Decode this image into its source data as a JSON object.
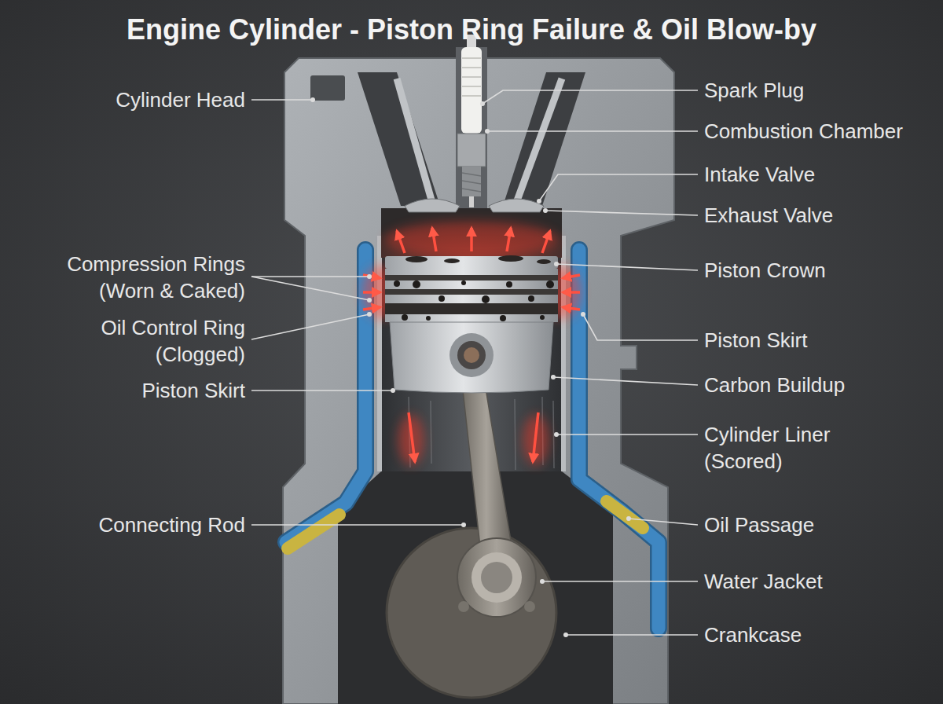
{
  "diagram": {
    "title": "Engine Cylinder - Piston Ring Failure & Oil Blow-by",
    "labels": [
      "Cylinder Head",
      "Spark Plug",
      "Combustion Chamber",
      "Intake Valve",
      "Exhaust Valve",
      "Compression Rings (Worn & Caked)",
      "Piston Crown",
      "Oil Control Ring (Clogged)",
      "Piston Skirt",
      "Piston Skirt",
      "Carbon Buildup",
      "Cylinder Liner (Scored)",
      "Connecting Rod",
      "Oil Passage",
      "Water Jacket",
      "Crankcase"
    ]
  }
}
